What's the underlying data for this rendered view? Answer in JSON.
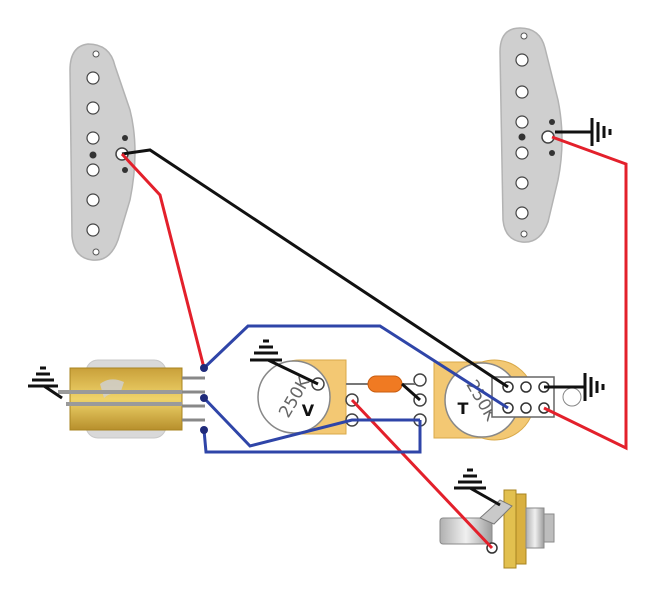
{
  "colors": {
    "hot_wire": "#e3202b",
    "ground_wire": "#111111",
    "signal_wire": "#2f45a8",
    "pickup_body": "#cfcfcf",
    "pot_board": "#f3c873",
    "capacitor": "#f07a22",
    "switch_body": "#e2c04f"
  },
  "volume_pot": {
    "value": "250K",
    "letter": "V"
  },
  "tone_pot": {
    "value": "250K",
    "letter": "T"
  },
  "icons": [
    "ground-symbol-icon"
  ]
}
